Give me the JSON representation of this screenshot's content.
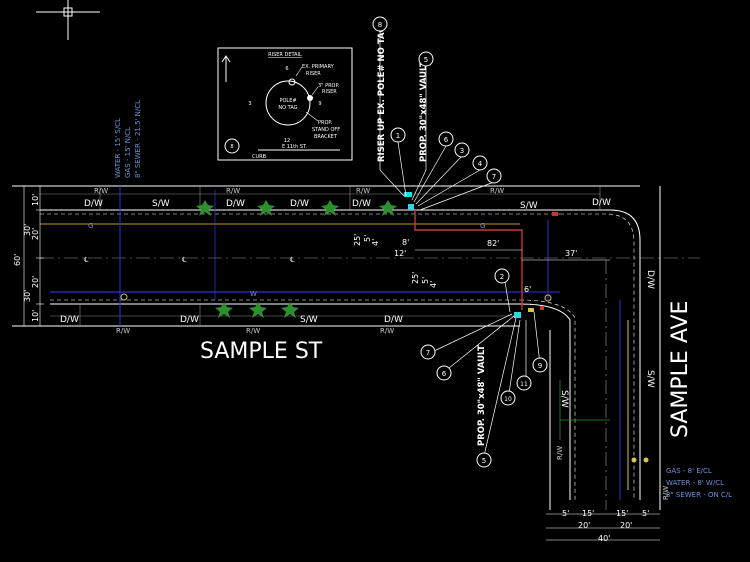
{
  "street_names": {
    "street": "SAMPLE ST",
    "avenue": "SAMPLE AVE"
  },
  "riser_detail": {
    "title": "RISER DETAIL",
    "pole_label": "POLE#",
    "no_tag": "NO TAG",
    "clock_12": "12",
    "clock_3": "3",
    "clock_6": "6",
    "clock_9": "9",
    "ex_primary_1": "EX. PRIMARY",
    "ex_primary_2": "RISER",
    "prop_riser_1": "3\" PROP.",
    "prop_riser_2": "RISER",
    "standoff_1": "PROP.",
    "standoff_2": "STAND OFF",
    "standoff_3": "BRACKET",
    "street": "E 11th ST.",
    "curb": "CURB",
    "note_number": "8"
  },
  "callouts": {
    "riser_note": "RISER UP EX. POLE# NO TAG",
    "vault_note_top": "PROP. 30\"x48\" VAULT",
    "vault_note_bottom": "PROP. 30\"x48\" VAULT",
    "top_bubbles": [
      "8",
      "5",
      "1",
      "6",
      "3",
      "4",
      "7"
    ],
    "mid_bubble": "2",
    "bottom_bubbles": [
      "7",
      "6",
      "5",
      "10",
      "11",
      "9"
    ]
  },
  "utility_notes_street": {
    "water": "WATER - 15' S/CL",
    "gas": "GAS - 15' N/CL",
    "sewer": "8\" SEWER - 21.5' N/CL"
  },
  "utility_notes_avenue": {
    "gas": "GAS - 8' E/CL",
    "water": "WATER - 8' W/CL",
    "sewer": "8\" SEWER - ON C/L"
  },
  "street_dims": {
    "d10_top": "10'",
    "d30_top": "30'",
    "d20_top": "20'",
    "d60": "60'",
    "d20_bot": "20'",
    "d30_bot": "30'",
    "d10_bot": "10'"
  },
  "avenue_dims": {
    "d5a": "5'",
    "d15a": "15'",
    "d15b": "15'",
    "d5b": "5'",
    "d20a": "20'",
    "d20b": "20'",
    "d40": "40'"
  },
  "route_dims": {
    "d25a": "25'",
    "d5a": "5'",
    "d4a": "4'",
    "d8": "8'",
    "d12": "12'",
    "d82": "82'",
    "d37": "37'",
    "d25b": "25'",
    "d5b": "5'",
    "d4b": "4'",
    "d6": "6'"
  },
  "area_labels": {
    "dw": "D/W",
    "sw": "S/W",
    "rw": "R/W",
    "cl": "℄",
    "w": "W",
    "g": "G"
  },
  "colors": {
    "background": "#000000",
    "linework": "#ffffff",
    "utility_blue": "#2f2fd8",
    "gas_yellow": "#d8c24a",
    "route_red": "#c83838",
    "tree_green": "#2f8f2f",
    "vault_cyan": "#33d6e0"
  }
}
